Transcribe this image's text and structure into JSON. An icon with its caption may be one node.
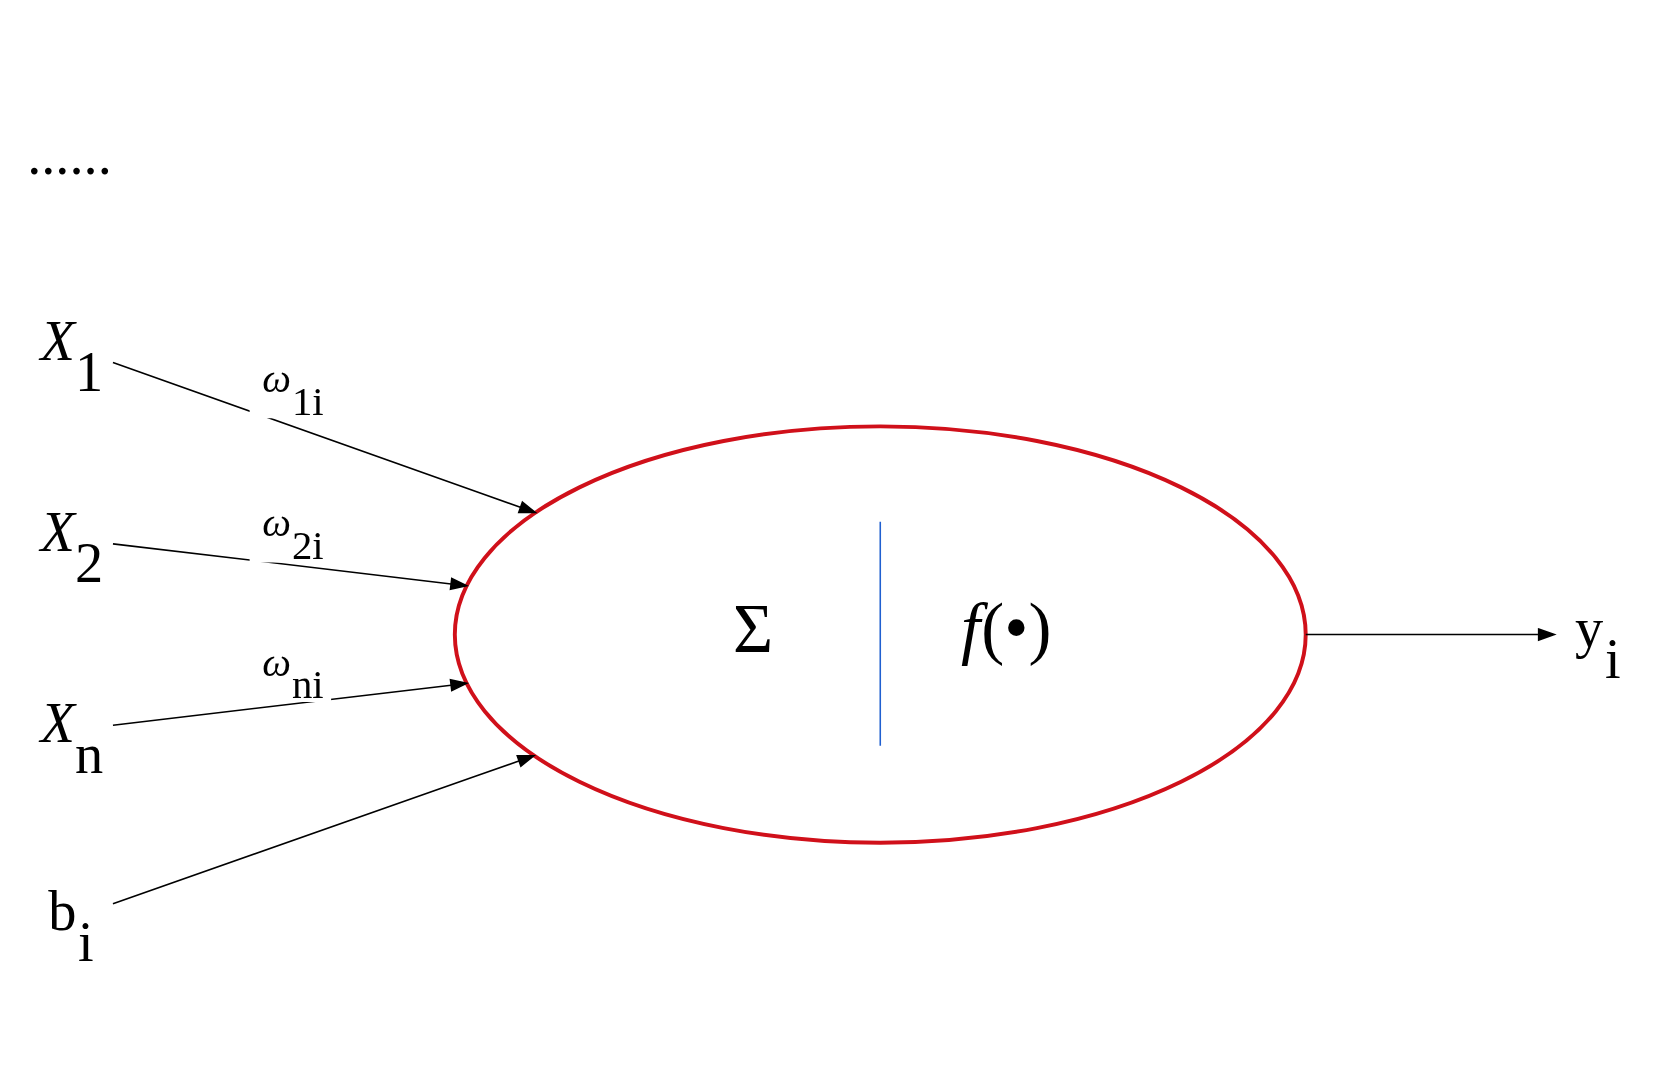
{
  "diagram": {
    "nodes": [
      {
        "text": [
          "Σ",
          "*f*(•)"
        ]
      },
      {
        "text": [
          "*X*$_{1}$"
        ]
      },
      {
        "text": [
          "*X*$_{2}$"
        ]
      },
      {
        "text": [
          "*X*$_{n}$"
        ]
      },
      {
        "text": [
          "b$_{i}$"
        ]
      },
      {
        "text": [
          "y$_{i}$"
        ]
      }
    ],
    "edges": [
      {
        "from": 1,
        "to": 0,
        "arrow": "to",
        "label": "*ω*$_{1i}$"
      },
      {
        "from": 2,
        "to": 0,
        "arrow": "to",
        "label": "*ω*$_{2i}$"
      },
      {
        "from": 3,
        "to": 0,
        "arrow": "to",
        "label": "*ω*$_{ni}$"
      },
      {
        "from": 4,
        "to": 0,
        "arrow": "to"
      },
      {
        "from": 0,
        "to": 5,
        "arrow": "to"
      }
    ],
    "labels": [
      "......"
    ]
  }
}
